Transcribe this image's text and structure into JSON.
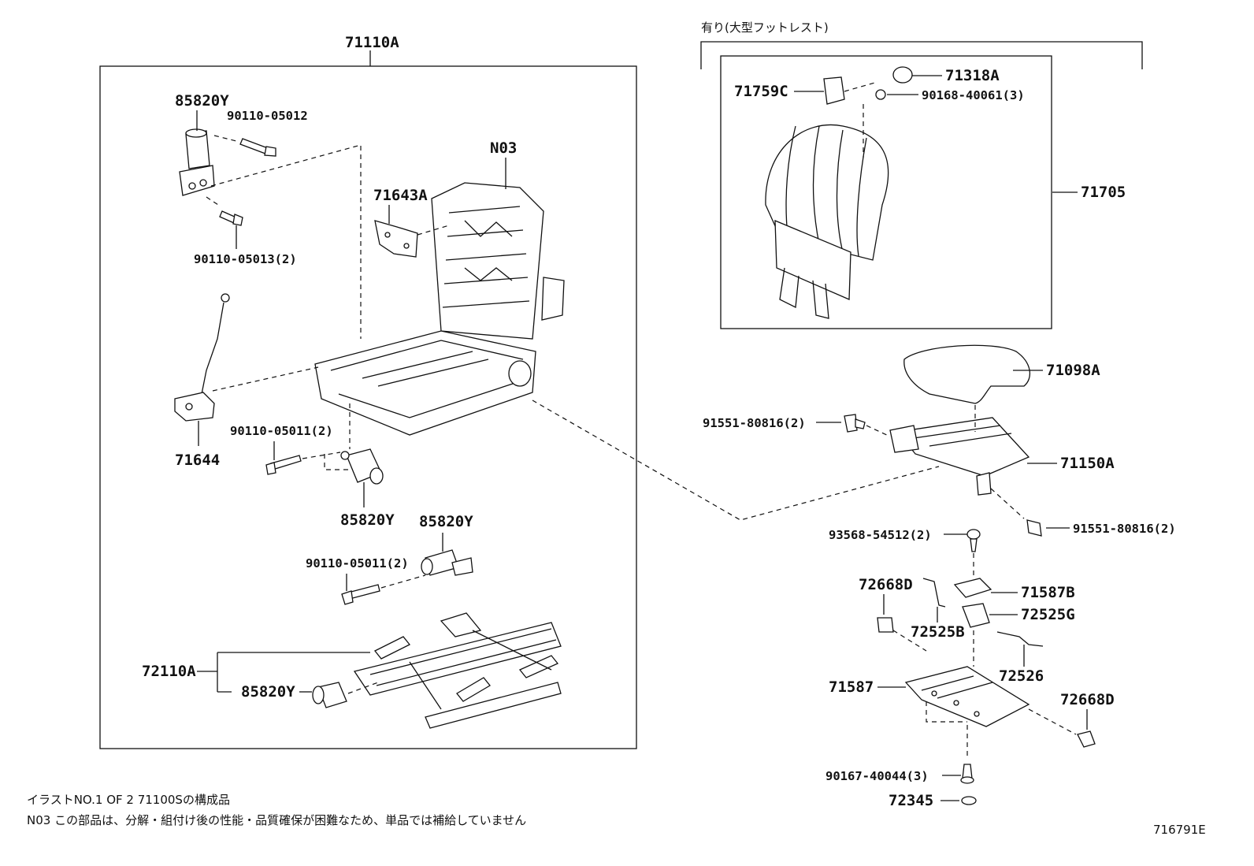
{
  "assembly": {
    "main_label": "71110A",
    "optional_header": "有り(大型フットレスト)"
  },
  "parts": {
    "p85820Y_top": "85820Y",
    "p90110_05012": "90110-05012",
    "pN03": "N03",
    "p71643A": "71643A",
    "p90110_05013": "90110-05013(2)",
    "p71644": "71644",
    "p90110_05011_a": "90110-05011(2)",
    "p85820Y_mid": "85820Y",
    "p85820Y_right": "85820Y",
    "p90110_05011_b": "90110-05011(2)",
    "p72110A": "72110A",
    "p85820Y_bottom": "85820Y",
    "p71759C": "71759C",
    "p71318A": "71318A",
    "p90168_40061": "90168-40061(3)",
    "p71705": "71705",
    "p71098A": "71098A",
    "p91551_80816_a": "91551-80816(2)",
    "p71150A": "71150A",
    "p91551_80816_b": "91551-80816(2)",
    "p93568_54512": "93568-54512(2)",
    "p72668D_a": "72668D",
    "p71587B": "71587B",
    "p72525G": "72525G",
    "p72525B": "72525B",
    "p72526": "72526",
    "p71587": "71587",
    "p72668D_b": "72668D",
    "p90167_40044": "90167-40044(3)",
    "p72345": "72345"
  },
  "notes": {
    "line1": "イラストNO.1 OF 2 71100Sの構成品",
    "line2": "N03 この部品は、分解・組付け後の性能・品質確保が困難なため、単品では補給していません"
  },
  "figure_id": "716791E"
}
